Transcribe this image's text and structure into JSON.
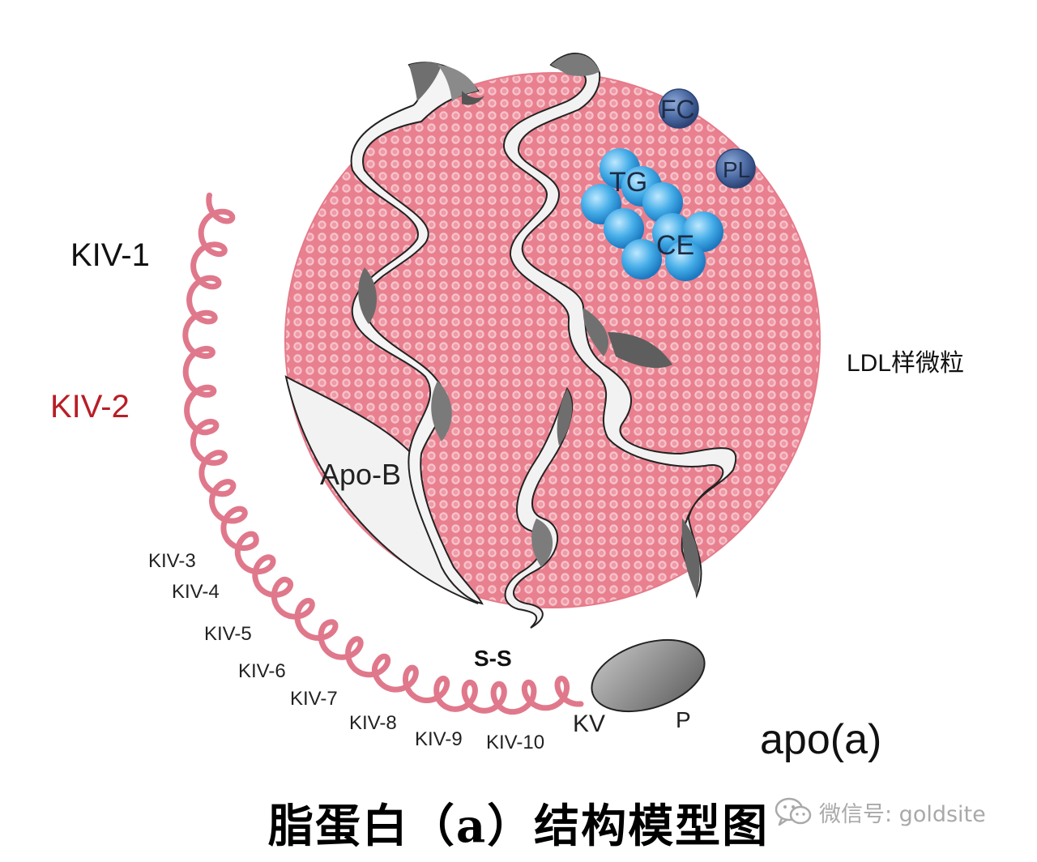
{
  "labels": {
    "kiv1": "KIV-1",
    "kiv2": "KIV-2",
    "kiv3": "KIV-3",
    "kiv4": "KIV-4",
    "kiv5": "KIV-5",
    "kiv6": "KIV-6",
    "kiv7": "KIV-7",
    "kiv8": "KIV-8",
    "kiv9": "KIV-9",
    "kiv10": "KIV-10",
    "kv": "KV",
    "p": "P",
    "ss": "S-S",
    "apob": "Apo-B",
    "ldl": "LDL样微粒",
    "apoa": "apo(a)",
    "fc": "FC",
    "pl": "PL",
    "tg": "TG",
    "ce": "CE"
  },
  "caption": "脂蛋白（a）结构模型图",
  "watermark": "微信号: goldsite",
  "colors": {
    "particle": "#e87d8c",
    "coil": "#e0788c",
    "kiv2_text": "#b81e28",
    "lipid_small": "#4f6fa8",
    "lipid_cluster": "#41a8e6",
    "ribbon_light": "#f2f2f2",
    "ribbon_dark": "#7a7a7a"
  }
}
